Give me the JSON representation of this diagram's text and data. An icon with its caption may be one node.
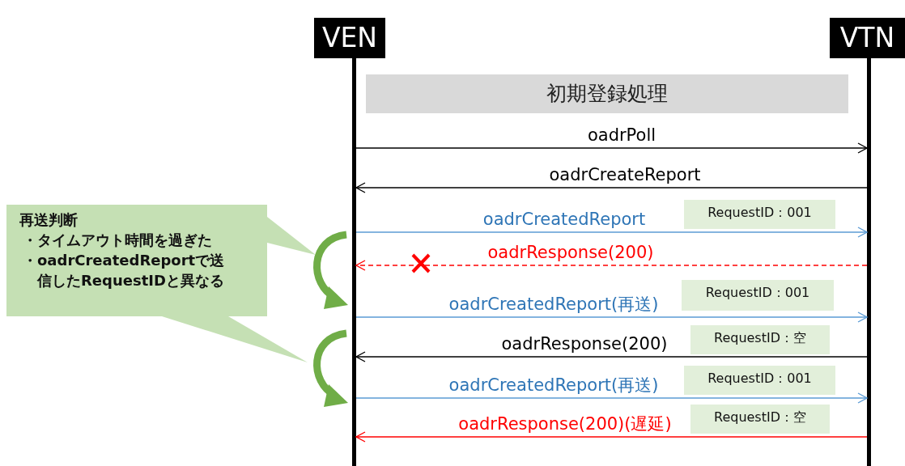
{
  "diagram": {
    "nodes": [
      {
        "text": [
          "VEN"
        ]
      },
      {
        "text": [
          "VTN"
        ]
      },
      {
        "text": [],
        "shape": "bar"
      },
      {
        "text": [],
        "shape": "bar"
      },
      {
        "text": [
          "初期登録処理"
        ]
      },
      {
        "text": [
          "再送判断",
          "・タイムアウト時間を過ぎた",
          "・oadrCreatedReportで送信したRequestIDと異なる"
        ]
      },
      {
        "text": [
          "RequestID：001"
        ]
      },
      {
        "text": [
          "RequestID：001"
        ]
      },
      {
        "text": [
          "RequestID：空"
        ]
      },
      {
        "text": [
          "RequestID：001"
        ]
      },
      {
        "text": [
          "RequestID：空"
        ]
      }
    ],
    "edges": [
      {
        "from": 2,
        "to": 3,
        "arrow": "to",
        "label": "oadrPoll"
      },
      {
        "from": 3,
        "to": 2,
        "arrow": "to",
        "label": "oadrCreateReport"
      },
      {
        "from": 2,
        "to": 3,
        "arrow": "to",
        "label": "oadrCreatedReport",
        "color": "#5b9bd5"
      },
      {
        "from": 3,
        "to": 2,
        "arrow": "to",
        "label": "oadrResponse(200)",
        "style": "dashed",
        "color": "#ff0000"
      },
      {
        "from": 2,
        "to": 3,
        "arrow": "to",
        "label": "oadrCreatedReport(再送)",
        "color": "#5b9bd5"
      },
      {
        "from": 3,
        "to": 2,
        "arrow": "to",
        "label": "oadrResponse(200)"
      },
      {
        "from": 2,
        "to": 3,
        "arrow": "to",
        "label": "oadrCreatedReport(再送)",
        "color": "#5b9bd5"
      },
      {
        "from": 3,
        "to": 2,
        "arrow": "to",
        "label": "oadrResponse(200)(遅延)",
        "color": "#ff0000"
      }
    ]
  }
}
